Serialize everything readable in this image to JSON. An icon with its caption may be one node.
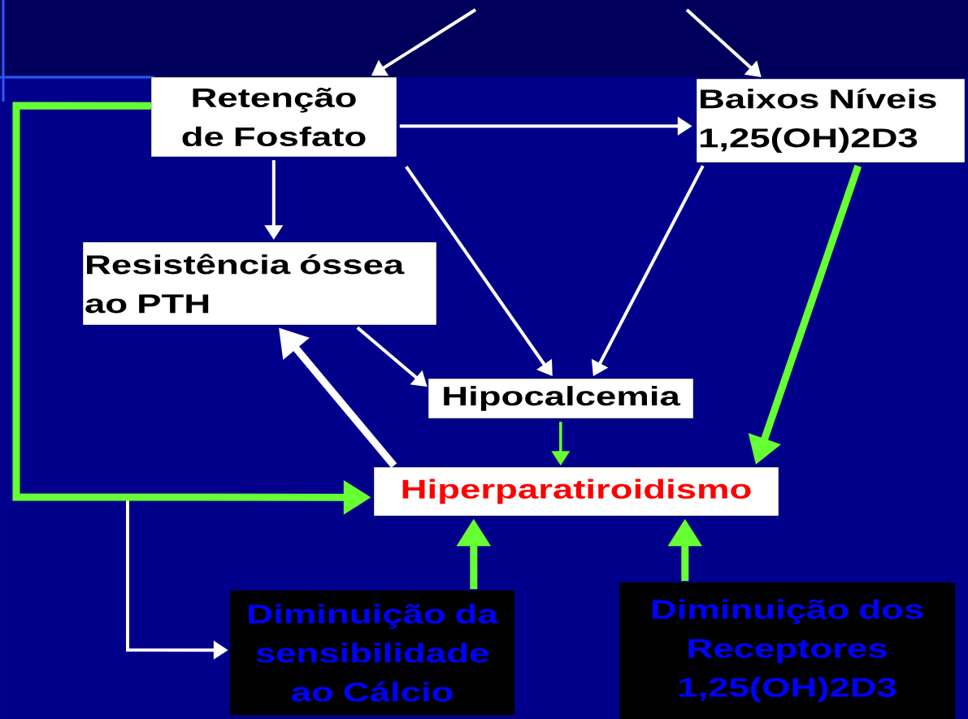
{
  "diagram": {
    "nodes": [
      {
        "text": [
          "Retenção de Fosfato"
        ]
      },
      {
        "text": [
          "Baixos Níveis 1,25(OH)2D3"
        ]
      },
      {
        "text": [
          "Resistência óssea ao PTH"
        ]
      },
      {
        "text": [
          "Hipocalcemia"
        ]
      },
      {
        "text": [
          "Hiperparatiroidismo"
        ]
      },
      {
        "text": [
          "Diminuição da sensibilidade ao Cálcio"
        ]
      },
      {
        "text": [
          "Diminuição dos Receptores 1,25(OH)2D3"
        ]
      }
    ],
    "edges": [
      {
        "from": null,
        "to": 0,
        "arrow": "to"
      },
      {
        "from": null,
        "to": 1,
        "arrow": "to"
      },
      {
        "from": 0,
        "to": 1,
        "arrow": "to"
      },
      {
        "from": 0,
        "to": 2,
        "arrow": "to"
      },
      {
        "from": 0,
        "to": 3,
        "arrow": "to"
      },
      {
        "from": 1,
        "to": 3,
        "arrow": "to"
      },
      {
        "from": 2,
        "to": 3,
        "arrow": "to"
      },
      {
        "from": 1,
        "to": 4,
        "arrow": "to",
        "style": "thick",
        "color": "#66ff33"
      },
      {
        "from": 3,
        "to": 4,
        "arrow": "to",
        "color": "#66ff33"
      },
      {
        "from": 4,
        "to": 2,
        "arrow": "to",
        "style": "thick"
      },
      {
        "from": 0,
        "to": 4,
        "arrow": "to",
        "style": "thick",
        "color": "#66ff33"
      },
      {
        "from": 0,
        "to": 5,
        "arrow": "to"
      },
      {
        "from": 5,
        "to": 4,
        "arrow": "to",
        "style": "thick",
        "color": "#66ff33"
      },
      {
        "from": 6,
        "to": 4,
        "arrow": "to",
        "style": "thick",
        "color": "#66ff33"
      }
    ]
  }
}
